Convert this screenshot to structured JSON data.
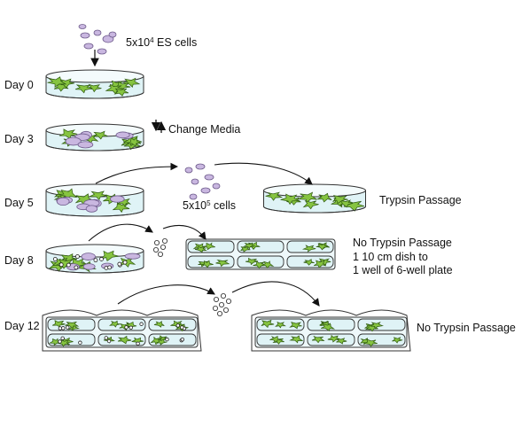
{
  "days": [
    "Day 0",
    "Day 3",
    "Day 5",
    "Day 8",
    "Day 12"
  ],
  "labels": {
    "es_cells_prefix": "5x10",
    "es_cells_exp": "4",
    "es_cells_suffix": " ES cells",
    "change_media": "Change Media",
    "cells_5_prefix": "5x10",
    "cells_5_exp": "5",
    "cells_5_suffix": " cells",
    "trypsin_passage": "Trypsin Passage",
    "no_trypsin_line1": "No Trypsin Passage",
    "no_trypsin_line2": "1 10 cm dish to",
    "no_trypsin_line3": "1 well of 6-well plate",
    "no_trypsin_day12": "No Trypsin Passage"
  },
  "colors": {
    "dish_fill": "#dff3f6",
    "dish_stroke": "#333333",
    "colony_green": "#86c440",
    "cell_lavender": "#c9b7e0",
    "cell_stroke": "#6d5a8a"
  }
}
